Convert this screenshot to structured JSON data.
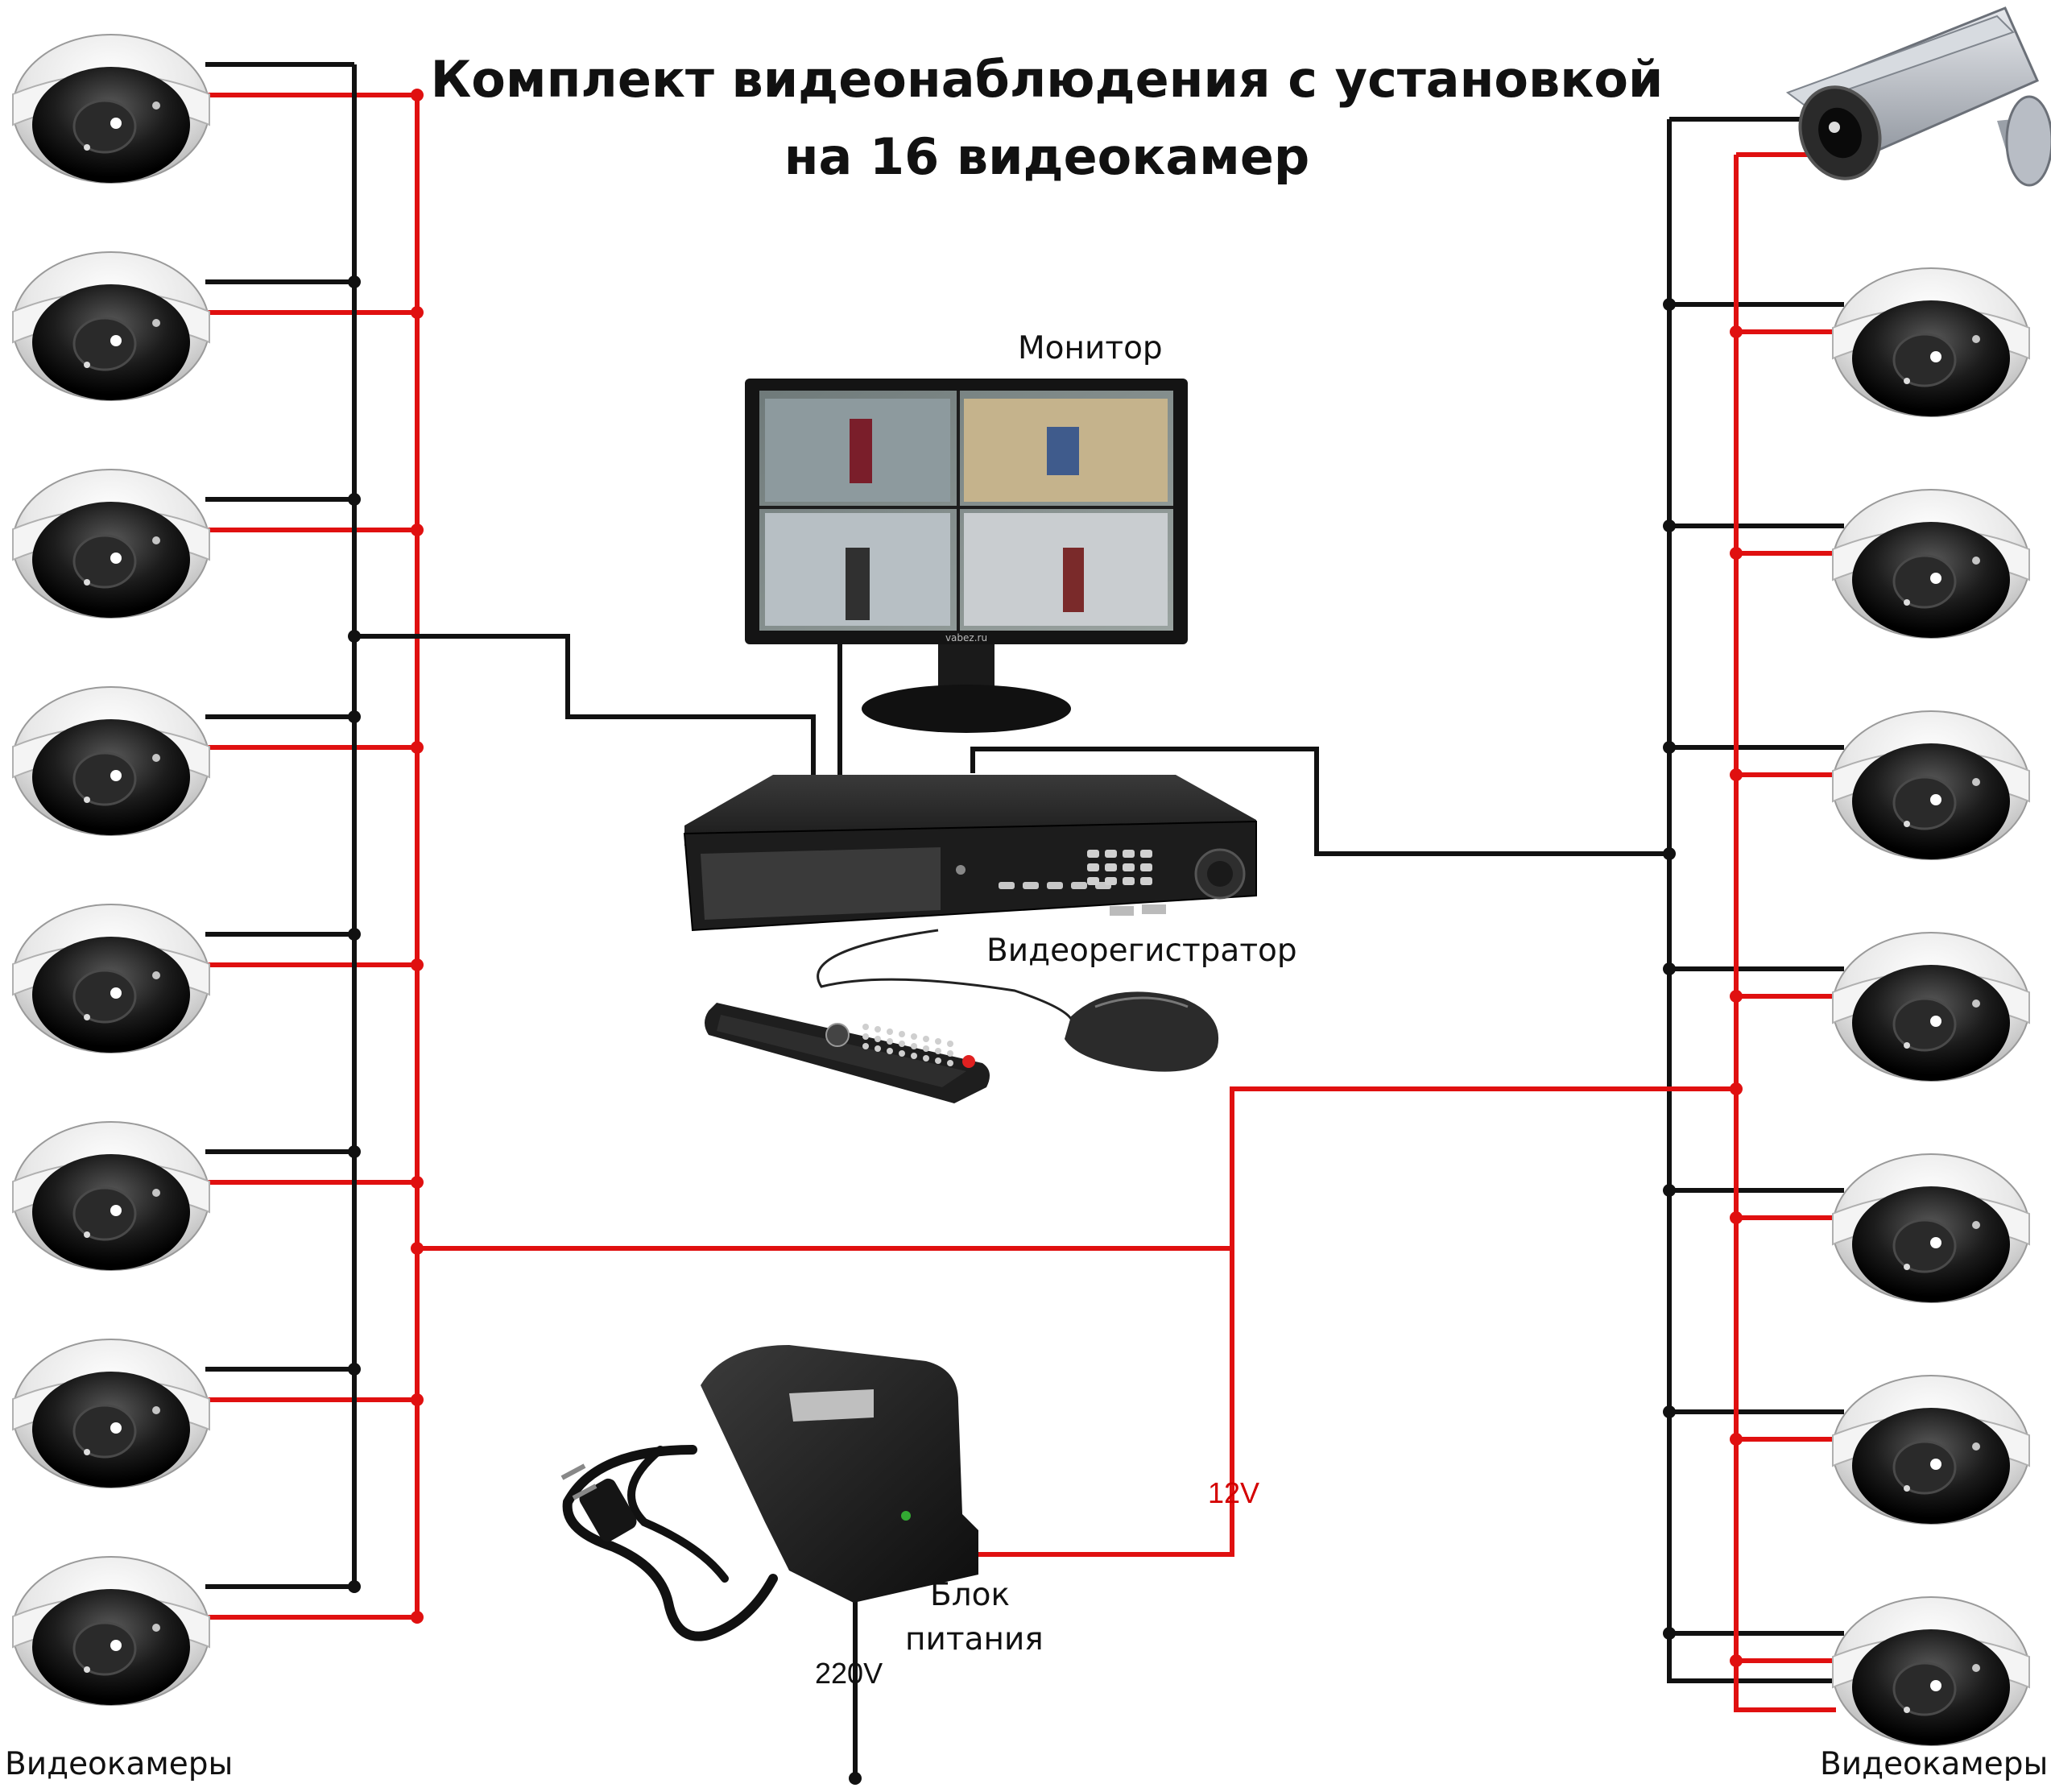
{
  "title": {
    "line1": "Комплект видеонаблюдения с установкой",
    "line2": "на 16 видеокамер"
  },
  "labels": {
    "monitor": "Монитор",
    "dvr": "Видеорегистратор",
    "psu_line1": "Блок",
    "psu_line2": "питания",
    "voltage_in": "220V",
    "voltage_out": "12V",
    "cameras_left": "Видеокамеры",
    "cameras_right": "Видеокамеры"
  },
  "monitor_brand": "vabez.ru",
  "colors": {
    "power_wire": "#e01010",
    "video_wire": "#111111"
  },
  "cameras": {
    "left_count": 8,
    "right_dome_count": 7,
    "right_bullet_count": 1
  }
}
